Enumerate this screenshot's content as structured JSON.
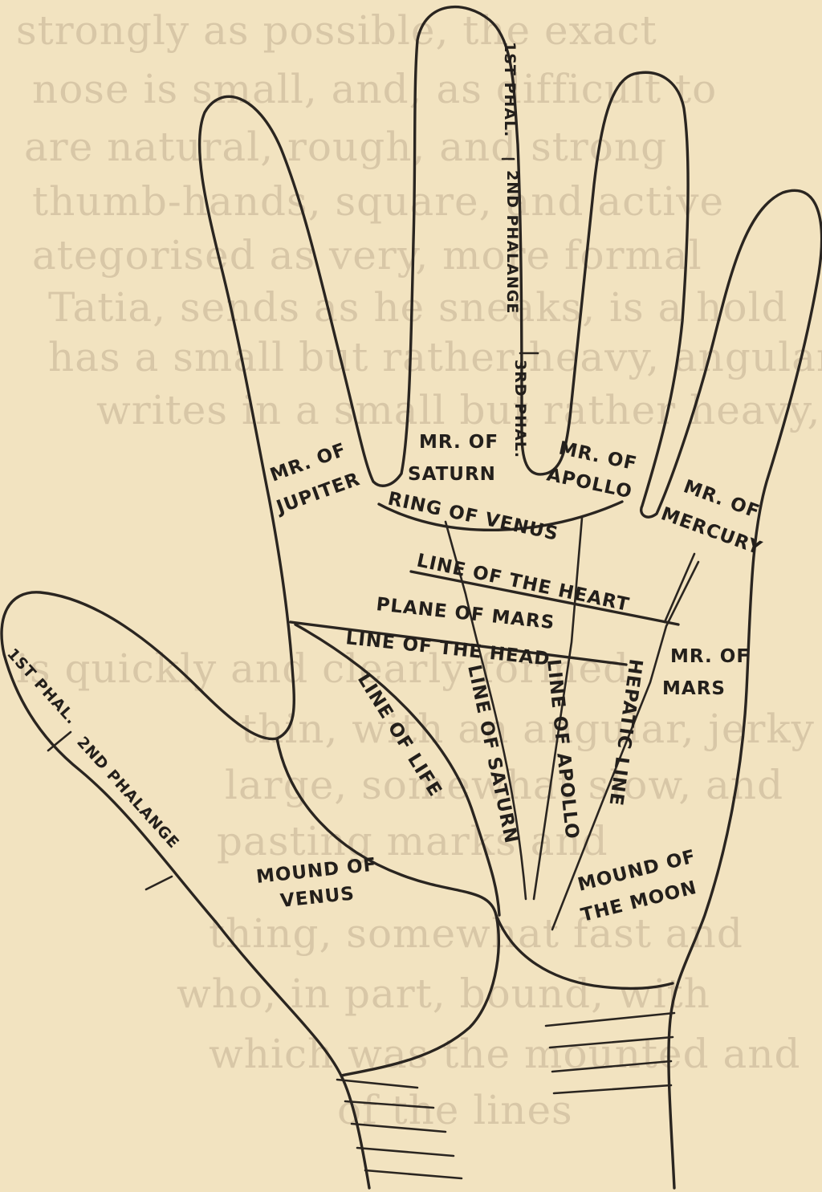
{
  "colors": {
    "paper": "#f2e3c0",
    "ink": "#2a2520",
    "bleed_through": "#b9a78a"
  },
  "bleed_lines": [
    "strongly as possible, the exact",
    "nose is small, and, as difficult to",
    "are natural, rough, and strong",
    "thumb-hands, square, and active",
    "ategorised as very, more formal",
    "Tatia, sends as he sneaks, is a hold",
    "has a small but rather heavy, angular",
    "writes in a small but rather heavy, angul",
    "is quickly and clearly formed",
    "thin, with an angular, jerky",
    "large, somewhat slow, and",
    "pasting marks and",
    "thing, somewhat fast and",
    "who, in part, bound, with",
    "which was the mounted and",
    "of the lines"
  ],
  "labels": {
    "first_phal_index": "1ST PHAL.",
    "second_phalange_index": "2ND PHALANGE",
    "third_phal": "3RD PHAL.",
    "mount_jupiter_1": "MR. OF",
    "mount_jupiter_2": "JUPITER",
    "mount_saturn_1": "MR. OF",
    "mount_saturn_2": "SATURN",
    "mount_apollo_1": "MR. OF",
    "mount_apollo_2": "APOLLO",
    "mount_mercury_1": "MR. OF",
    "mount_mercury_2": "MERCURY",
    "ring_of_venus": "RING OF VENUS",
    "line_of_heart": "LINE OF THE HEART",
    "plane_of_mars": "PLANE OF MARS",
    "line_of_head": "LINE OF THE HEAD",
    "mount_mars_1": "MR. OF",
    "mount_mars_2": "MARS",
    "line_of_life": "LINE OF LIFE",
    "line_of_saturn": "LINE OF SATURN",
    "line_of_apollo": "LINE OF APOLLO",
    "hepatic_line": "HEPATIC LINE",
    "first_phal_thumb": "1ST PHAL.",
    "second_phalange_thumb": "2ND PHALANGE",
    "mound_venus_1": "MOUND OF",
    "mound_venus_2": "VENUS",
    "mound_moon_1": "MOUND OF",
    "mound_moon_2": "THE MOON"
  }
}
